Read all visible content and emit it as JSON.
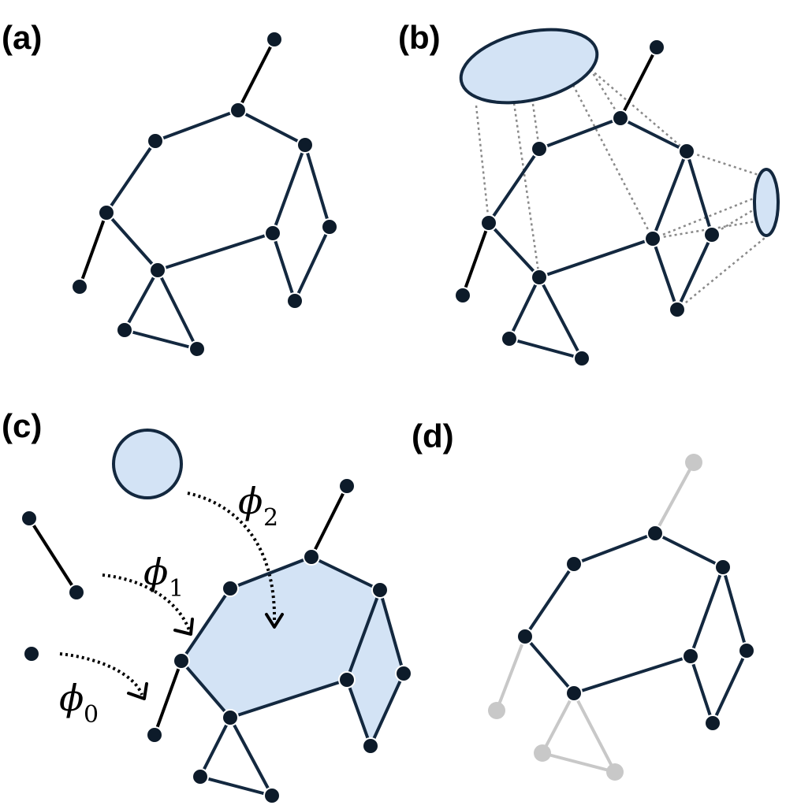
{
  "panels": {
    "a": {
      "label": "(a)"
    },
    "b": {
      "label": "(b)"
    },
    "c": {
      "label": "(c)"
    },
    "d": {
      "label": "(d)"
    }
  },
  "maps": {
    "phi2": {
      "symbol": "ϕ",
      "subscript": "2"
    },
    "phi1": {
      "symbol": "ϕ",
      "subscript": "1"
    },
    "phi0": {
      "symbol": "ϕ",
      "subscript": "0"
    }
  },
  "colors": {
    "node_fill": "#0d1b2a",
    "edge": "#13283f",
    "edge_dark": "#000000",
    "cell_fill": "#d3e3f5",
    "faded": "#c8c8c8",
    "connector": "#8a8a8a"
  }
}
